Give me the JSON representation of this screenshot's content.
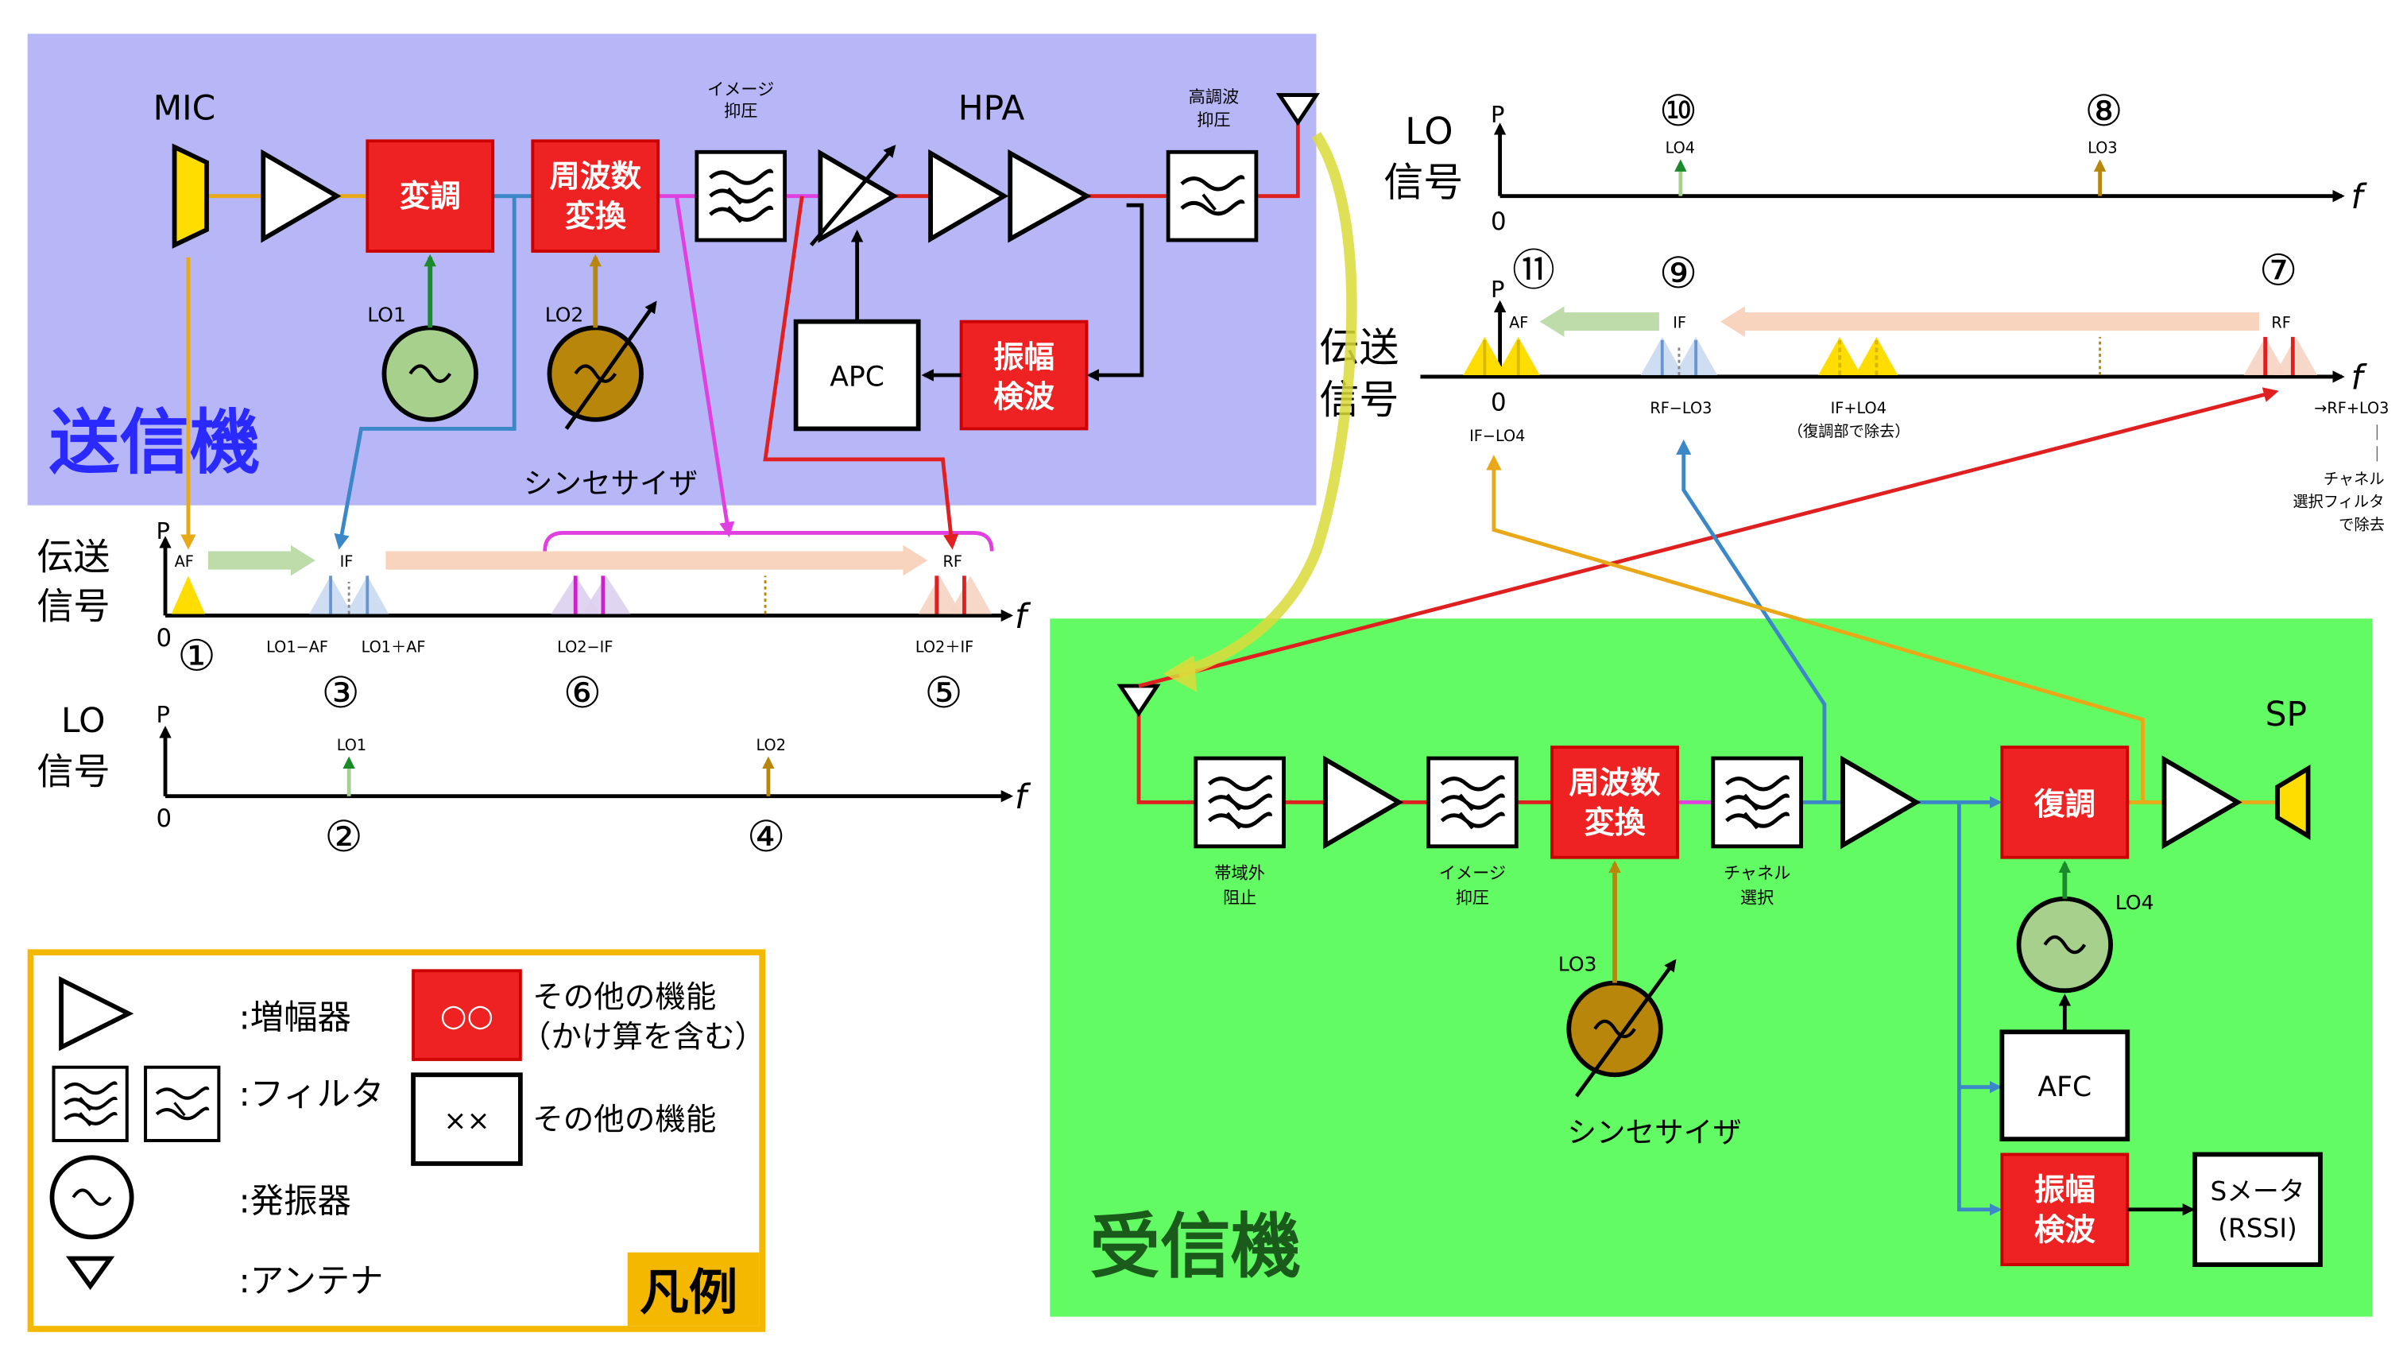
{
  "transmitter": {
    "title": "送信機",
    "mic": "MIC",
    "hpa": "HPA",
    "mod": "変調",
    "conv_l1": "周波数",
    "conv_l2": "変換",
    "image_l1": "イメージ",
    "image_l2": "抑圧",
    "harm_l1": "高調波",
    "harm_l2": "抑圧",
    "apc": "APC",
    "amp_l1": "振幅",
    "amp_l2": "検波",
    "lo1": "LO1",
    "lo2": "LO2",
    "synth": "シンセサイザ"
  },
  "tx_spectrum": {
    "title_l1": "伝送",
    "title_l2": "信号",
    "p": "P",
    "zero": "0",
    "f": "f",
    "af": "AF",
    "if": "IF",
    "rf": "RF",
    "lo1_minus_af": "LO1−AF",
    "lo1_plus_af": "LO1＋AF",
    "lo2_minus_if": "LO2−IF",
    "lo2_plus_if": "LO2＋IF",
    "n1": "①",
    "n3": "③",
    "n6": "⑥",
    "n5": "⑤"
  },
  "tx_lo": {
    "title_l1": "LO",
    "title_l2": "信号",
    "p": "P",
    "zero": "0",
    "f": "f",
    "lo1": "LO1",
    "lo2": "LO2",
    "n2": "②",
    "n4": "④"
  },
  "rx_lo": {
    "title_l1": "LO",
    "title_l2": "信号",
    "p": "P",
    "zero": "0",
    "f": "f",
    "lo4": "LO4",
    "lo3": "LO3",
    "n10": "⑩",
    "n8": "⑧"
  },
  "rx_spectrum": {
    "title_l1": "伝送",
    "title_l2": "信号",
    "p": "P",
    "zero": "0",
    "f": "f",
    "af": "AF",
    "if": "IF",
    "rf": "RF",
    "n11": "⑪",
    "n9": "⑨",
    "n7": "⑦",
    "if_minus_lo4": "IF−LO4",
    "rf_minus_lo3": "RF−LO3",
    "if_plus_lo4": "IF+LO4",
    "removed_demod": "（復調部で除去）",
    "rf_plus_lo3": "→RF+LO3",
    "bar": "｜",
    "ch_l1": "チャネル",
    "ch_l2": "選択フィルタ",
    "ch_l3": "で除去"
  },
  "receiver": {
    "title": "受信機",
    "sp": "SP",
    "bpf_l1": "帯域外",
    "bpf_l2": "阻止",
    "image_l1": "イメージ",
    "image_l2": "抑圧",
    "conv_l1": "周波数",
    "conv_l2": "変換",
    "ch_l1": "チャネル",
    "ch_l2": "選択",
    "demod": "復調",
    "lo3": "LO3",
    "lo4": "LO4",
    "synth": "シンセサイザ",
    "afc": "AFC",
    "amp_l1": "振幅",
    "amp_l2": "検波",
    "smeter_l1": "Sメータ",
    "smeter_l2": "(RSSI)"
  },
  "legend": {
    "title": "凡例",
    "amp": ":増幅器",
    "filter": ":フィルタ",
    "osc": ":発振器",
    "antenna": ":アンテナ",
    "red_block": "○○",
    "red_desc_l1": "その他の機能",
    "red_desc_l2": "（かけ算を含む）",
    "white_block": "××",
    "white_desc": "その他の機能"
  },
  "colors": {
    "tx_bg": "#b7b7f7",
    "rx_bg": "#63fb63",
    "red_block": "#ee2222",
    "legend_border": "#f5b800",
    "af_line": "#e8a818",
    "if_line": "#3b87c8",
    "rf_line": "#e02020",
    "magenta": "#e040e0"
  }
}
